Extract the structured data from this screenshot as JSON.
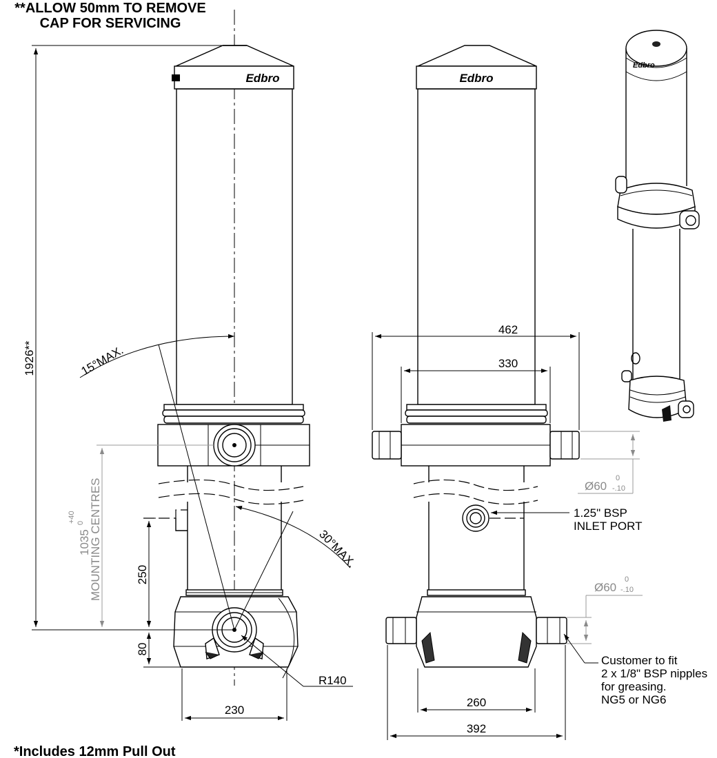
{
  "notes": {
    "servicing_line1": "**ALLOW 50mm TO REMOVE",
    "servicing_line2": "CAP FOR SERVICING",
    "pull_out": "*Includes 12mm Pull Out"
  },
  "brand": "Edbro",
  "dimensions": {
    "overall": "1926**",
    "mounting_value": "1035",
    "mounting_tol_upper": "+40",
    "mounting_tol_lower": "0",
    "mounting_label": "MOUNTING CENTRES",
    "d250": "250",
    "d80": "80",
    "d230": "230",
    "d462": "462",
    "d330": "330",
    "d260": "260",
    "d392": "392",
    "radius": "R140"
  },
  "angles": {
    "tilt_15": "15°MAX.",
    "tilt_30": "30°MAX."
  },
  "diameters": {
    "upper_value": "Ø60",
    "upper_tol_upper": "0",
    "upper_tol_lower": "-.10",
    "lower_value": "Ø60",
    "lower_tol_upper": "0",
    "lower_tol_lower": "-.10"
  },
  "callouts": {
    "inlet_line1": "1.25\" BSP",
    "inlet_line2": "INLET PORT",
    "grease_line1": "Customer to fit",
    "grease_line2": "2 x 1/8\" BSP nipples",
    "grease_line3": "for greasing.",
    "grease_line4": "NG5 or NG6"
  }
}
